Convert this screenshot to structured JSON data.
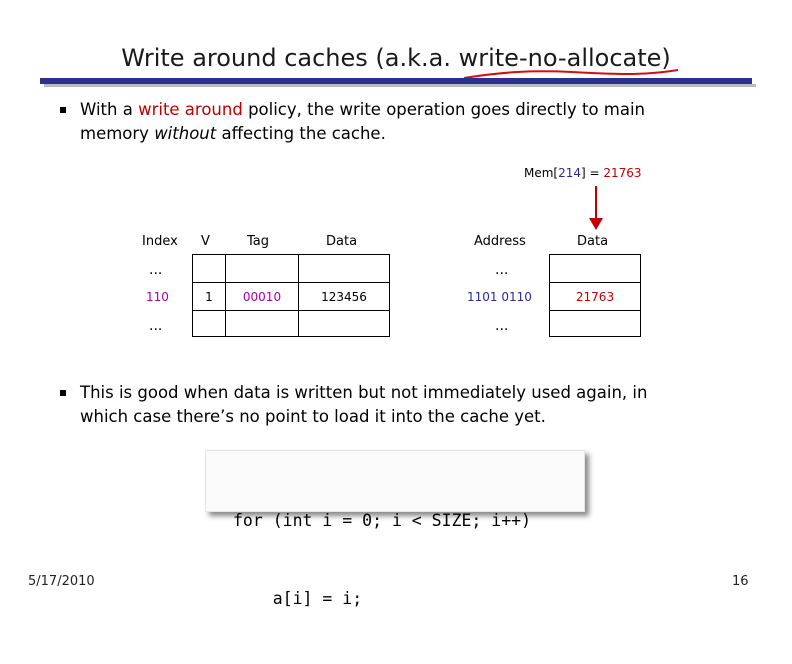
{
  "slide": {
    "title_pre": "Write around caches (a.k.a. ",
    "title_link": "write-no-allocate",
    "title_post": ")",
    "bullet1": {
      "pre": "With a ",
      "highlight": "write around",
      "mid": " policy, the write operation goes directly to main",
      "line2_pre": "memory ",
      "line2_italic": "without",
      "line2_post": " affecting the cache."
    },
    "mem_annotation": {
      "pre": "Mem[",
      "addr": "214",
      "mid": "] = ",
      "value": "21763"
    },
    "cache_table": {
      "headers": [
        "Index",
        "V",
        "Tag",
        "Data"
      ],
      "ellipsis": "...",
      "row": {
        "index": "110",
        "valid": "1",
        "tag": "00010",
        "data": "123456"
      }
    },
    "memory_table": {
      "headers": [
        "Address",
        "Data"
      ],
      "ellipsis": "...",
      "row": {
        "address": "1101 0110",
        "data": "21763"
      }
    },
    "bullet2": {
      "line1": "This is good when data is written but not immediately used again, in",
      "line2": "which case there’s no point to load it into the cache yet."
    },
    "code": {
      "line1": "for (int i = 0; i < SIZE; i++)",
      "line2": "    a[i] = i;"
    },
    "footer": {
      "date": "5/17/2010",
      "page": "16"
    },
    "colors": {
      "accent_red": "#c00000",
      "tag_purple": "#a800a8",
      "address_blue": "#2a2aa0",
      "title_rule": "#2b2f8e"
    }
  }
}
